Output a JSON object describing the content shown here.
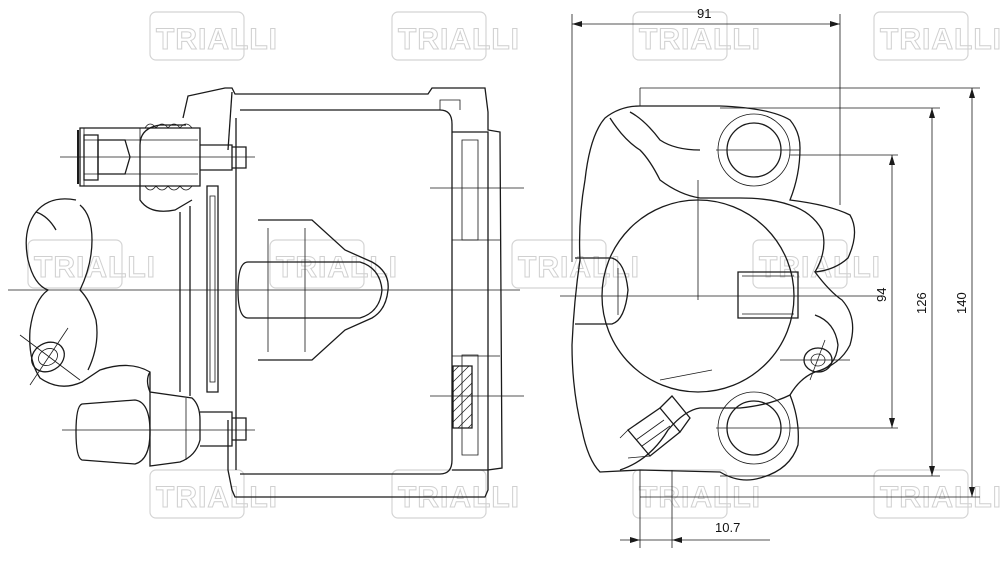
{
  "watermark": {
    "brand": "TRIALLI"
  },
  "dimensions": {
    "width_top": "91",
    "height_inner": "94",
    "height_mid": "126",
    "height_outer": "140",
    "offset_bottom": "10.7"
  },
  "colors": {
    "line": "#1a1a1a",
    "watermark": "#d0d0d0",
    "background": "#ffffff"
  }
}
